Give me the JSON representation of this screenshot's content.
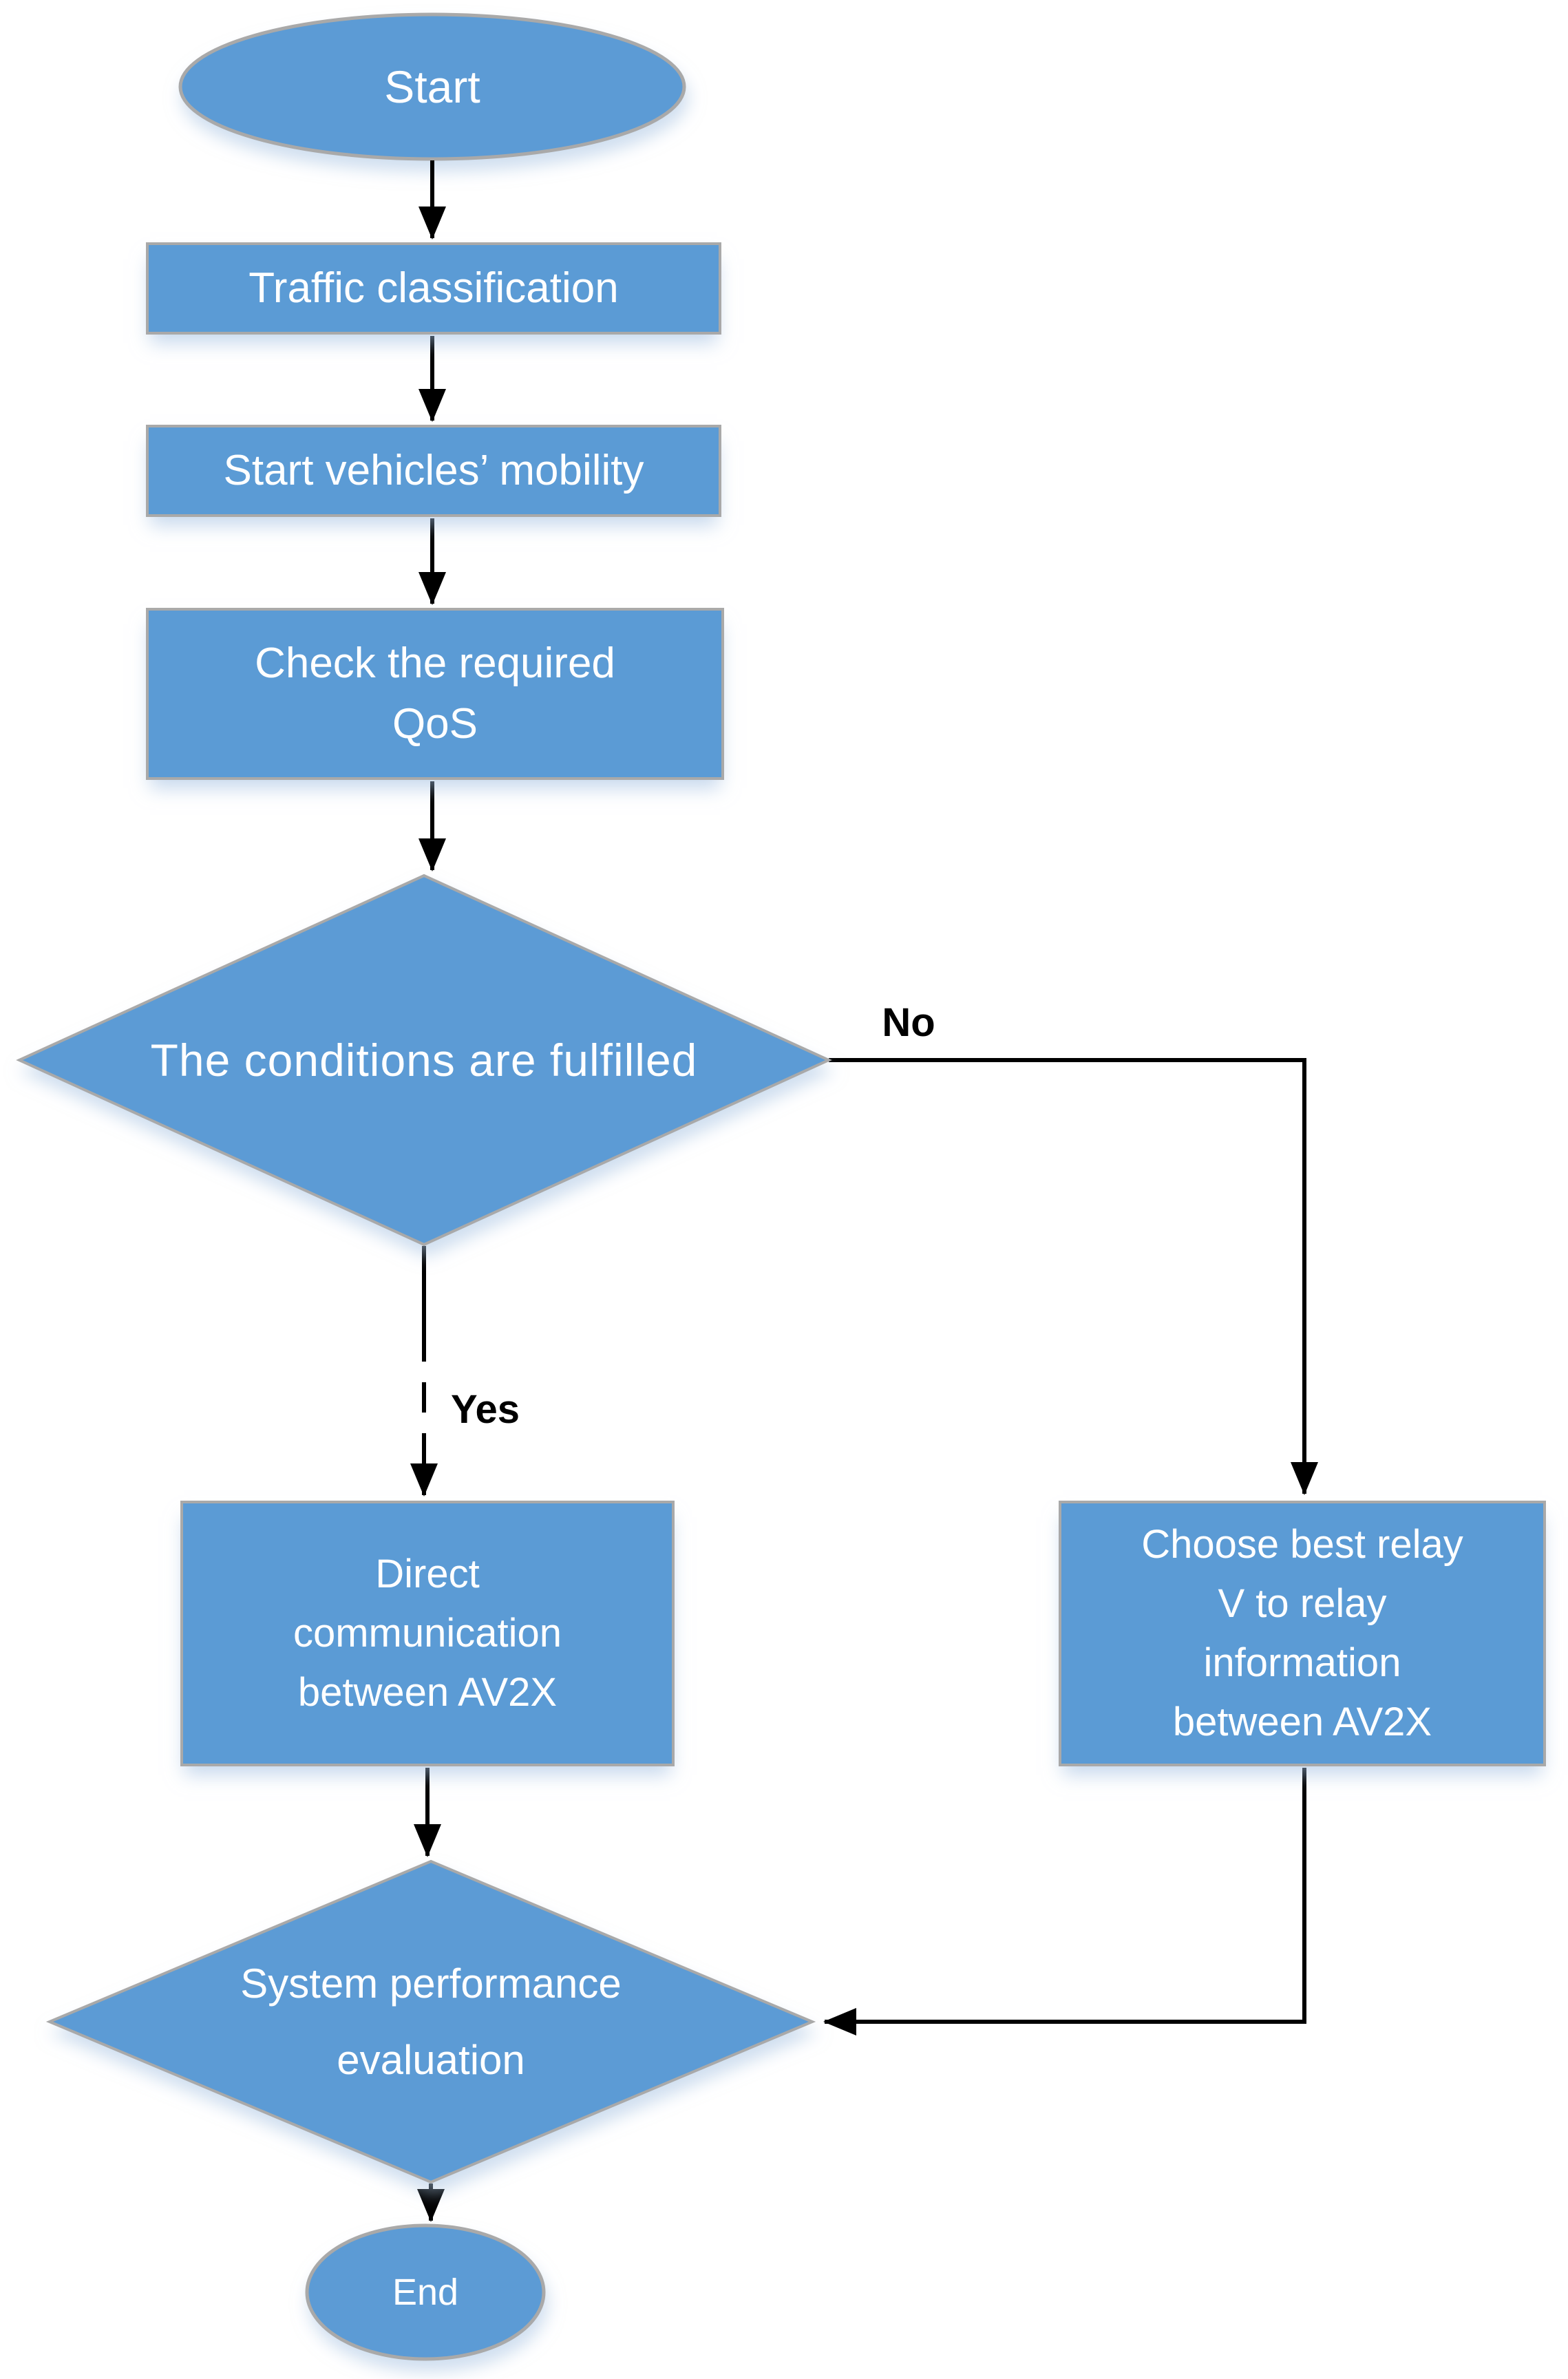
{
  "flowchart": {
    "nodes": {
      "start": {
        "label": "Start"
      },
      "traffic_classification": {
        "label": "Traffic classification"
      },
      "vehicles_mobility": {
        "label": "Start vehicles’ mobility"
      },
      "check_qos": {
        "label": "Check the required\nQoS"
      },
      "conditions_decision": {
        "label": "The conditions are fulfilled"
      },
      "direct_communication": {
        "label": "Direct\ncommunication\nbetween AV2X"
      },
      "choose_relay": {
        "label": "Choose best relay\nV to relay\ninformation\nbetween AV2X"
      },
      "performance_evaluation": {
        "label": "System performance\nevaluation"
      },
      "end": {
        "label": "End"
      }
    },
    "edge_labels": {
      "yes": "Yes",
      "no": "No"
    },
    "colors": {
      "node_fill": "#5B9BD5",
      "node_border": "#A9A9A9",
      "node_text": "#FFFFFF",
      "connector": "#000000",
      "edge_label_text": "#000000",
      "background": "#FFFFFF"
    }
  }
}
